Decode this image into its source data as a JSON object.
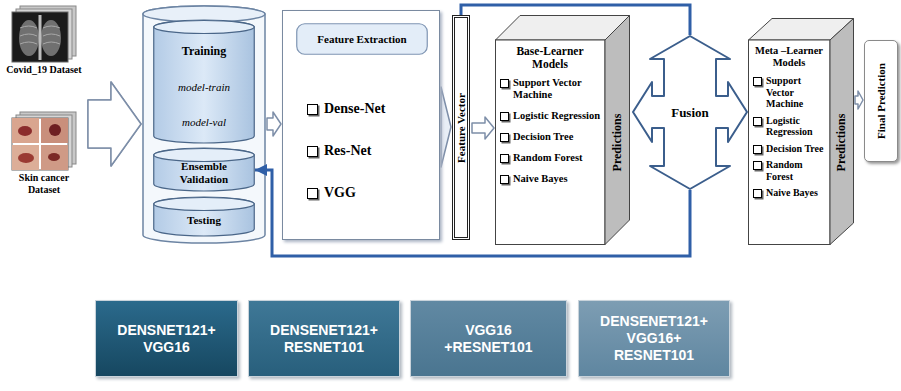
{
  "diagram": {
    "nodes": [
      {
        "text": [
          "Covid_19 Dataset"
        ]
      },
      {
        "text": [
          "Skin cancer Dataset"
        ]
      },
      {
        "text": [
          "Training",
          "model-train",
          "model-val"
        ]
      },
      {
        "text": [
          "Ensemble Validation"
        ]
      },
      {
        "text": [
          "Testing"
        ]
      },
      {
        "text": [
          "Dense-Net",
          "Res-Net",
          "VGG"
        ]
      },
      {
        "text": [
          "Feature Extraction"
        ],
        "in": 5
      },
      {
        "text": [
          "Feature Vector"
        ]
      },
      {
        "text": [
          "Base-Learner Models",
          "Support Vector Machine",
          "Logistic Regression",
          "Decision Tree",
          "Random Forest",
          "Naive Bayes"
        ]
      },
      {
        "text": [
          "Predictions"
        ],
        "in": 8
      },
      {
        "text": [
          "Fusion"
        ]
      },
      {
        "text": [
          "Meta –Learner Models",
          "Support Vector Machine",
          "Logistic Regression",
          "Decision Tree",
          "Random Forest",
          "Naive Bayes"
        ]
      },
      {
        "text": [
          "Predictions"
        ],
        "in": 11
      },
      {
        "text": [
          "Final Prediction"
        ]
      },
      {
        "text": [
          "DENSNET121+ VGG16"
        ]
      },
      {
        "text": [
          "DENSENET121+ RESNET101"
        ]
      },
      {
        "text": [
          "VGG16 +RESNET101"
        ]
      },
      {
        "text": [
          "DENSENET121+ VGG16+ RESNET101"
        ]
      }
    ],
    "edges": [
      {
        "from": 0,
        "to": 2,
        "arrow": "to"
      },
      {
        "from": 1,
        "to": 2,
        "arrow": "to"
      },
      {
        "from": 2,
        "to": 5,
        "arrow": "to"
      },
      {
        "from": 5,
        "to": 7,
        "arrow": "to"
      },
      {
        "from": 7,
        "to": 8,
        "arrow": "to"
      },
      {
        "from": 7,
        "to": 10,
        "arrow": "none"
      },
      {
        "from": 10,
        "to": 3,
        "arrow": "to"
      },
      {
        "from": 11,
        "to": 13,
        "arrow": "to"
      }
    ]
  }
}
